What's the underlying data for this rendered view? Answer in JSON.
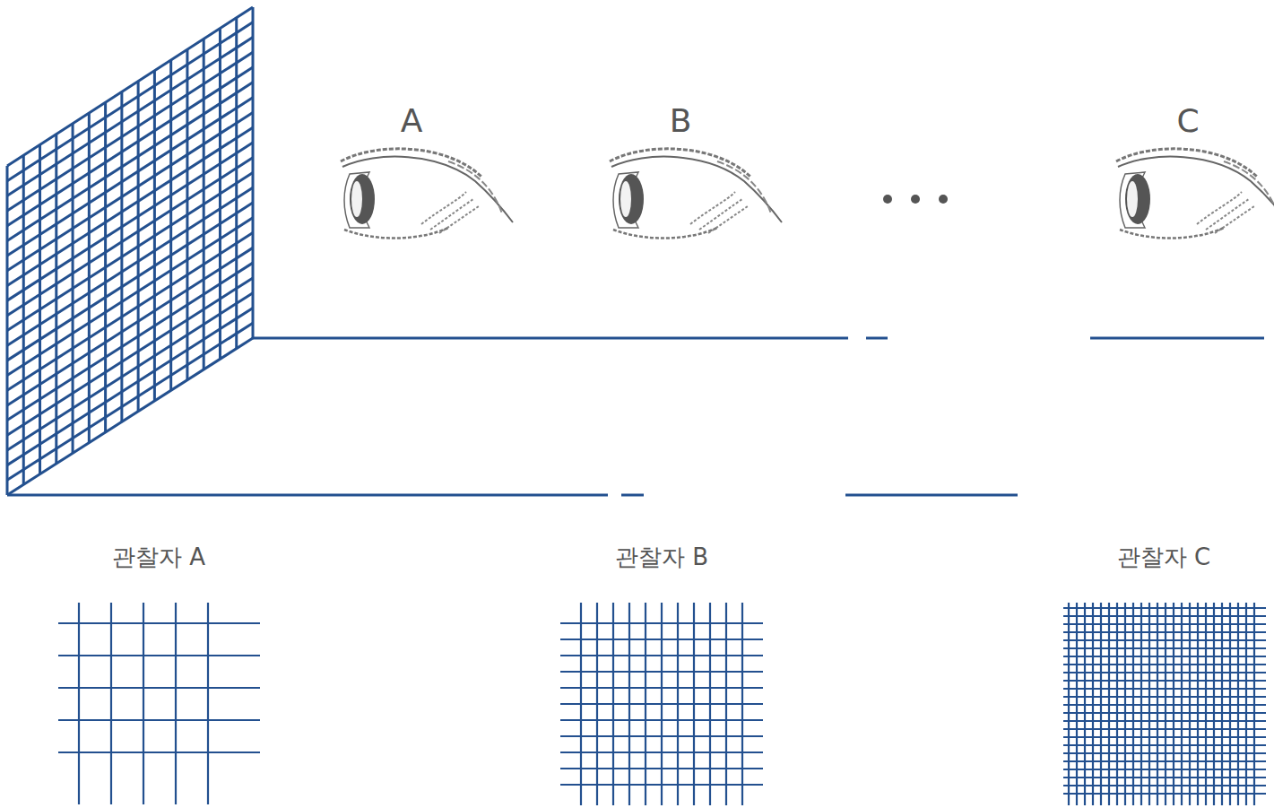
{
  "diagram": {
    "labels": [
      "A",
      "B",
      "C",
      "관찰자 A",
      "관찰자 B",
      "관찰자 C"
    ]
  }
}
